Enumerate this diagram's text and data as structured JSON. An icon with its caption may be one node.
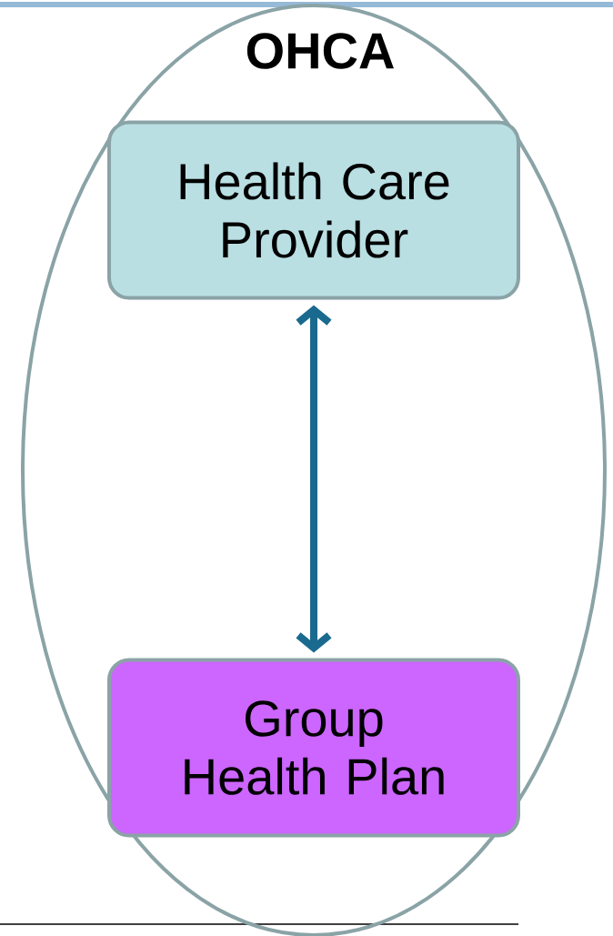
{
  "diagram": {
    "nodes": [
      {
        "text": [
          "OHCA"
        ]
      },
      {
        "text": [
          "Health Care Provider"
        ],
        "in": 0
      },
      {
        "text": [
          "Group Health Plan"
        ],
        "in": 0
      }
    ],
    "edges": [
      {
        "from": 1,
        "to": 2,
        "arrow": "both"
      }
    ]
  }
}
